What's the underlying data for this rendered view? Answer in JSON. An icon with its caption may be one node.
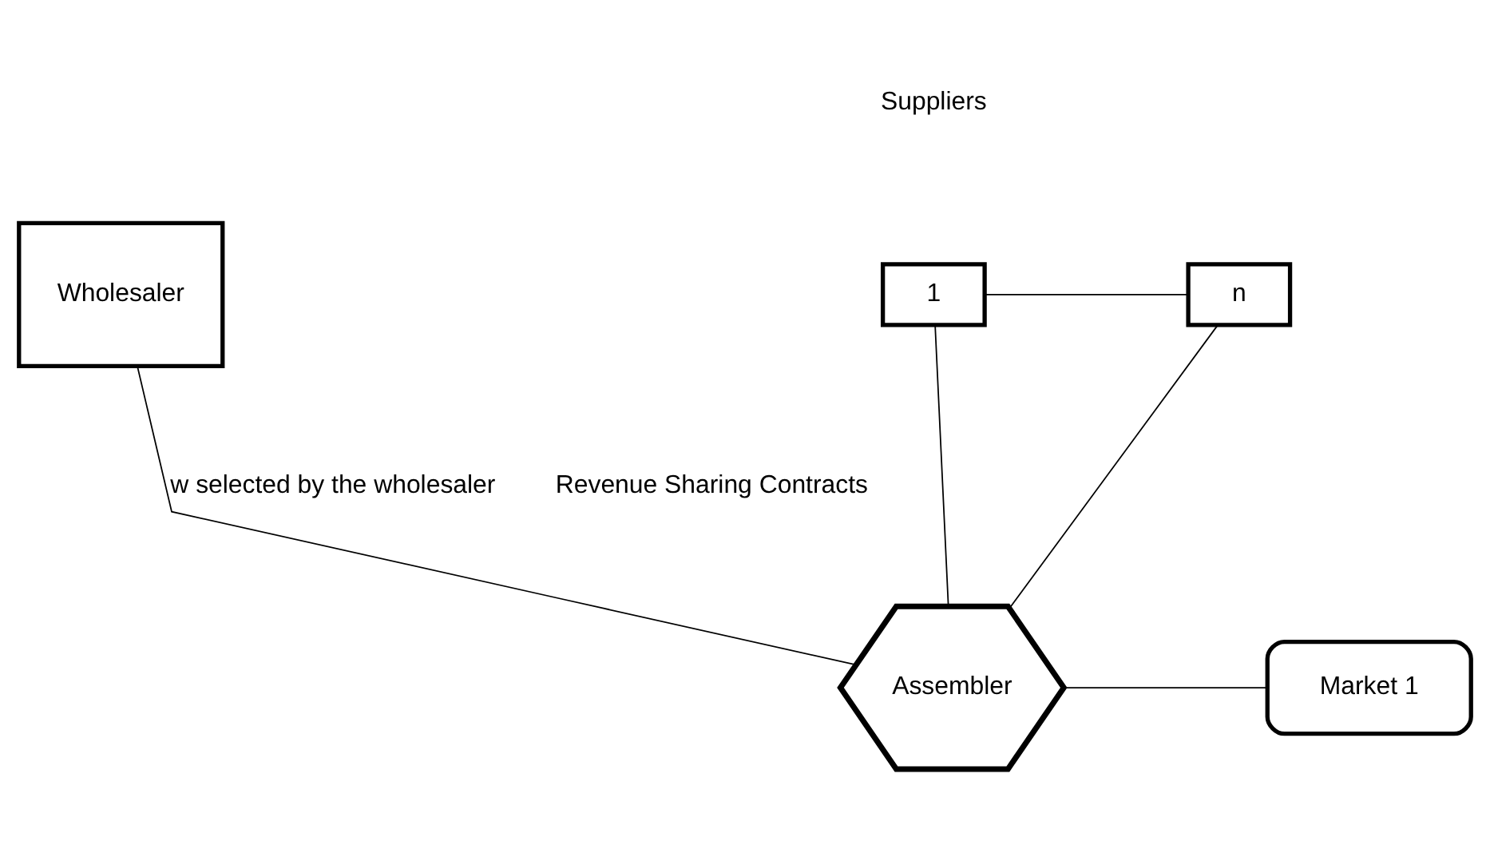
{
  "diagram": {
    "nodes": [
      {
        "text": [
          "1"
        ]
      },
      {
        "text": [
          "n"
        ]
      },
      {
        "text": [
          "Wholesaler"
        ]
      },
      {
        "text": [
          "Assembler"
        ]
      },
      {
        "text": [
          "Market 1"
        ]
      }
    ],
    "edges": [
      {
        "from": 0,
        "to": 1,
        "arrow": "none"
      },
      {
        "from": 0,
        "to": 3,
        "arrow": "none"
      },
      {
        "from": 1,
        "to": 3,
        "arrow": "none"
      },
      {
        "from": 2,
        "to": 3,
        "arrow": "none",
        "label": "w selected by the wholesaler"
      },
      {
        "from": 3,
        "to": 4,
        "arrow": "none"
      }
    ],
    "labels": [
      "Suppliers",
      "Revenue Sharing Contracts"
    ]
  }
}
